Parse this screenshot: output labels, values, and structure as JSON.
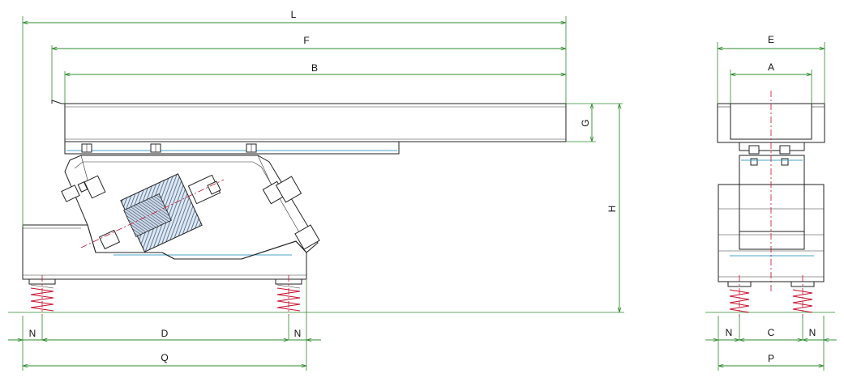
{
  "dimensions": {
    "side": {
      "L": "L",
      "F": "F",
      "B": "B",
      "G": "G",
      "H": "H",
      "N_left": "N",
      "D": "D",
      "N_right": "N",
      "Q": "Q"
    },
    "end": {
      "E": "E",
      "A": "A",
      "N_left": "N",
      "C": "C",
      "N_right": "N",
      "P": "P"
    }
  },
  "colors": {
    "dimension": "#2e8b2e",
    "outline": "#222222",
    "centerline": "#c8102e",
    "hidden": "#4aa6c8",
    "motor_hatch": "#3a5f8a"
  }
}
